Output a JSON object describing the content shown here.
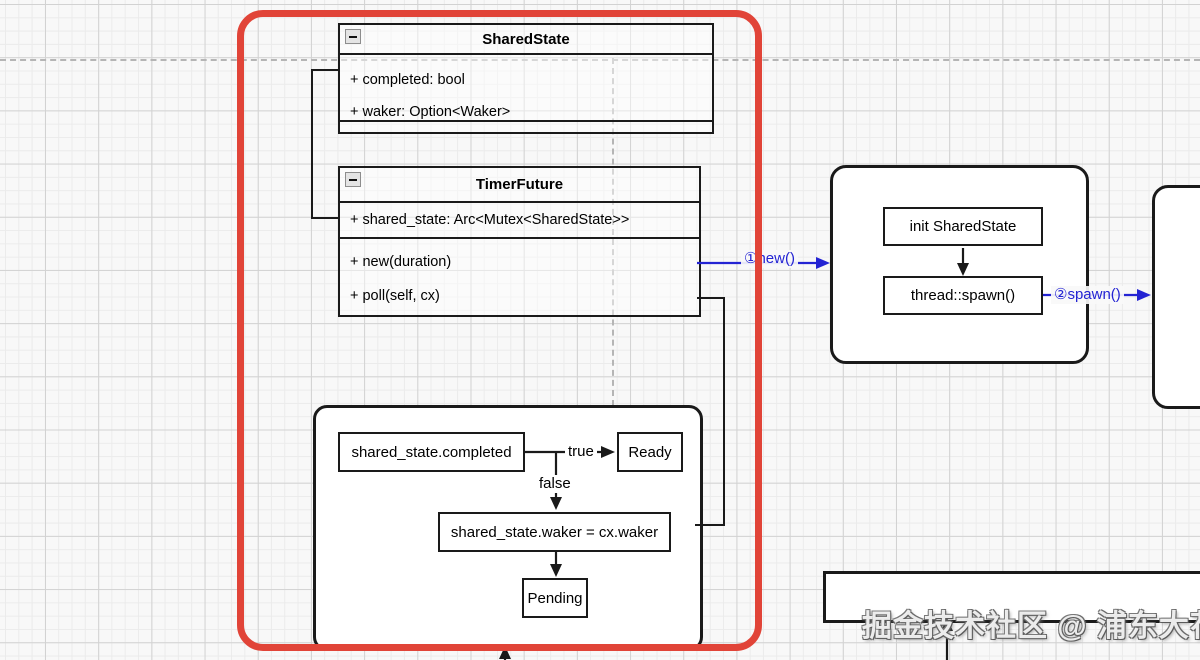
{
  "diagram": {
    "classes": [
      {
        "name": "SharedState",
        "attributes": [
          "+ completed: bool",
          "+ waker: Option<Waker>"
        ]
      },
      {
        "name": "TimerFuture",
        "attributes": [
          "+ shared_state: Arc<Mutex<SharedState>>"
        ],
        "methods": [
          "+ new(duration)",
          "+ poll(self, cx)"
        ]
      }
    ],
    "spawn_group": {
      "init_step": "init SharedState",
      "thread_step": "thread::spawn()"
    },
    "flowchart": {
      "condition": "shared_state.completed",
      "true_label": "true",
      "false_label": "false",
      "ready": "Ready",
      "assign": "shared_state.waker = cx.waker",
      "pending": "Pending"
    },
    "edge_labels": {
      "new_call": "①new()",
      "spawn_call": "②spawn()"
    },
    "colors": {
      "accent_blue": "#2323d3",
      "highlight_red": "#e14438",
      "stroke_black": "#1a1a1a"
    }
  },
  "watermark": "掘金技术社区 @ 浦东大花菜"
}
